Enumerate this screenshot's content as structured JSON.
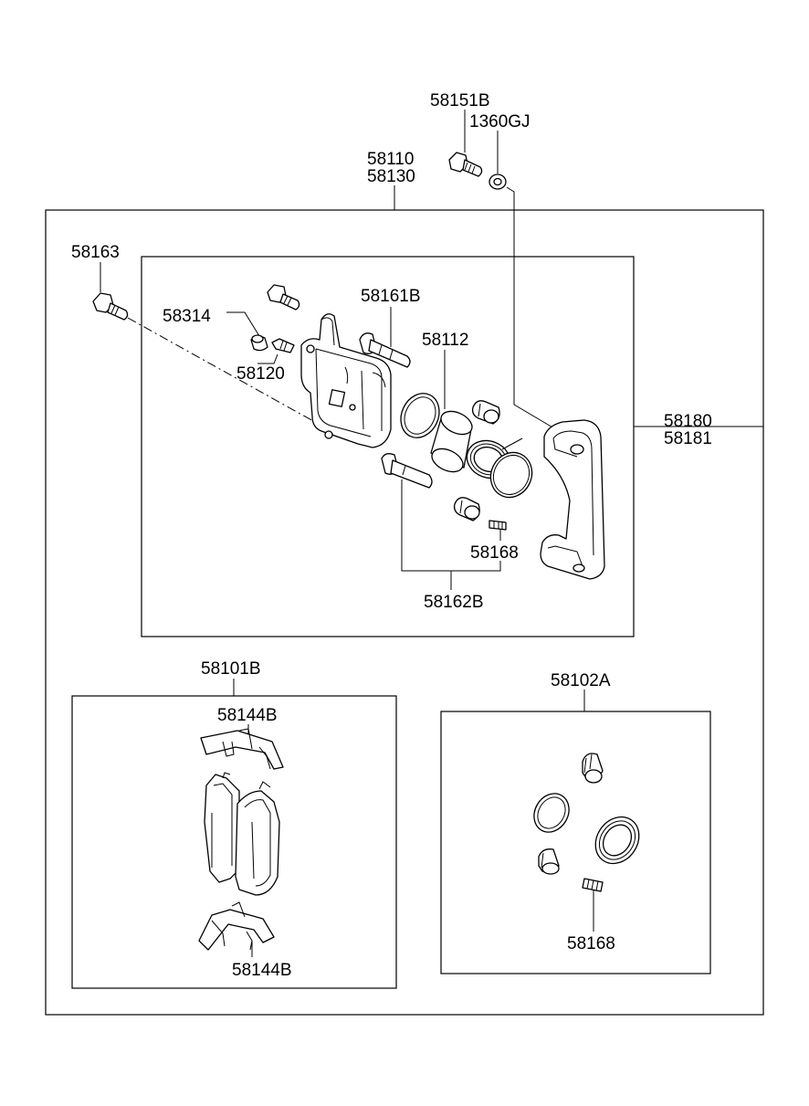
{
  "labels": {
    "l_58151B": "58151B",
    "l_1360GJ": "1360GJ",
    "l_58110": "58110",
    "l_58130": "58130",
    "l_58163": "58163",
    "l_58314": "58314",
    "l_58161B": "58161B",
    "l_58120": "58120",
    "l_58112": "58112",
    "l_58180": "58180",
    "l_58181": "58181",
    "l_58168_a": "58168",
    "l_58162B": "58162B",
    "l_58101B": "58101B",
    "l_58144B_top": "58144B",
    "l_58144B_bottom": "58144B",
    "l_58102A": "58102A",
    "l_58168_b": "58168"
  }
}
